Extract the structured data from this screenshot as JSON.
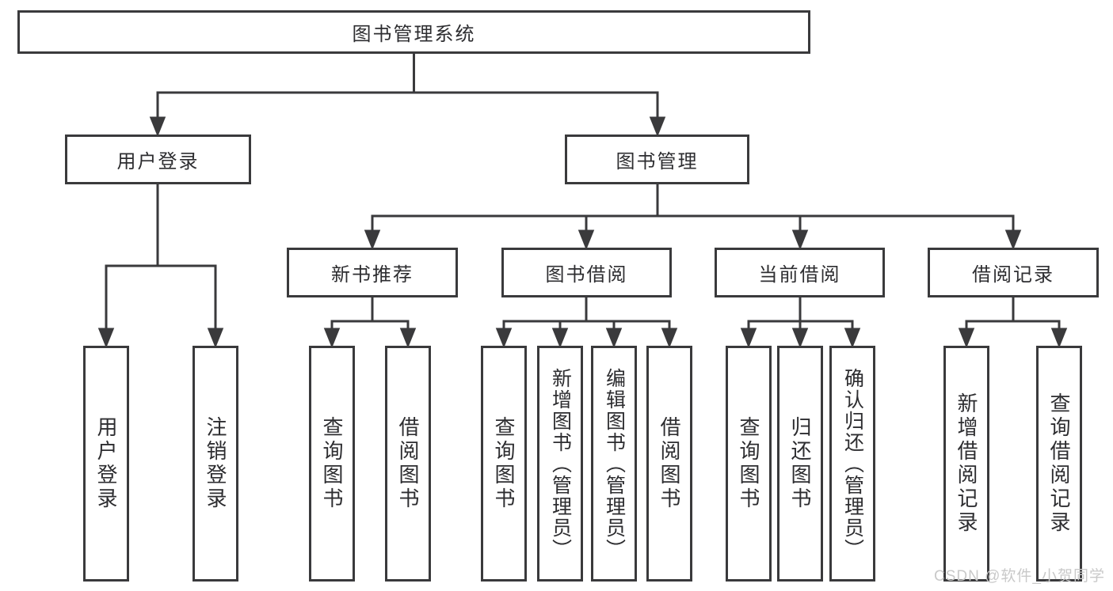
{
  "tree": {
    "label": "图书管理系统",
    "children": [
      {
        "label": "用户登录",
        "children": [
          {
            "label": "用户登录"
          },
          {
            "label": "注销登录"
          }
        ]
      },
      {
        "label": "图书管理",
        "children": [
          {
            "label": "新书推荐",
            "children": [
              {
                "label": "查询图书"
              },
              {
                "label": "借阅图书"
              }
            ]
          },
          {
            "label": "图书借阅",
            "children": [
              {
                "label": "查询图书"
              },
              {
                "label": "新增图书（管理员）"
              },
              {
                "label": "编辑图书（管理员）"
              },
              {
                "label": "借阅图书"
              }
            ]
          },
          {
            "label": "当前借阅",
            "children": [
              {
                "label": "查询图书"
              },
              {
                "label": "归还图书"
              },
              {
                "label": "确认归还（管理员）"
              }
            ]
          },
          {
            "label": "借阅记录",
            "children": [
              {
                "label": "新增借阅记录"
              },
              {
                "label": "查询借阅记录"
              }
            ]
          }
        ]
      }
    ]
  },
  "watermark": {
    "text": "CSDN @软件_小贺同学"
  },
  "colors": {
    "line": "#3a3a3c",
    "text": "#2d2d30",
    "watermark_text": "#c9c9c9",
    "background": "#ffffff"
  }
}
